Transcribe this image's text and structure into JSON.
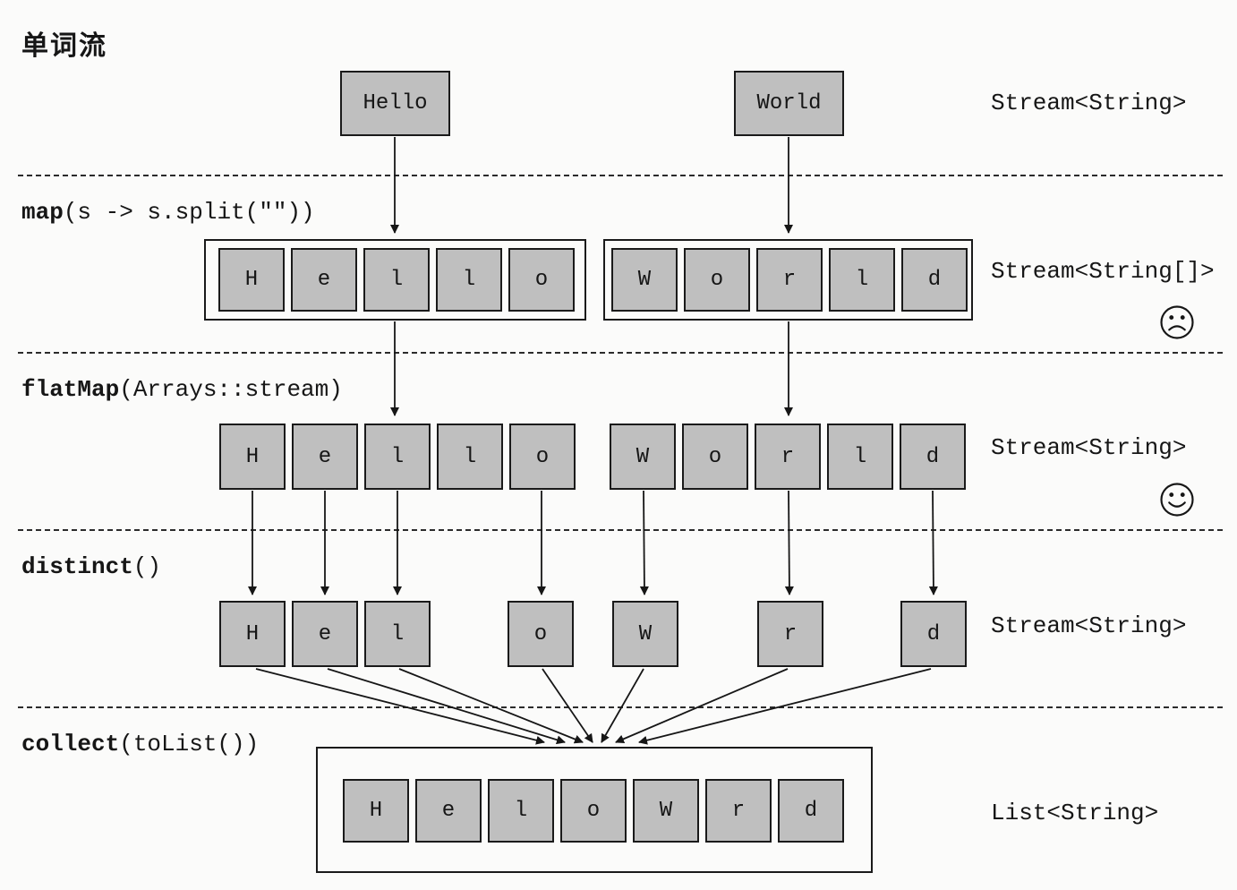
{
  "title": "单词流",
  "colors": {
    "background": "#fbfbfa",
    "box_fill": "#bfbfbf",
    "box_border": "#1a1a1a",
    "line_color": "#161616"
  },
  "source_row": {
    "words": [
      "Hello",
      "World"
    ],
    "type_label": "Stream<String>"
  },
  "operations": {
    "map": {
      "name": "map",
      "args": "(s -> s.split(\"\"))"
    },
    "flatmap": {
      "name": "flatMap",
      "args": "(Arrays::stream)"
    },
    "distinct": {
      "name": "distinct",
      "args": "()"
    },
    "collect": {
      "name": "collect",
      "args": "(toList())"
    }
  },
  "map_row": {
    "hello_array": [
      "H",
      "e",
      "l",
      "l",
      "o"
    ],
    "world_array": [
      "W",
      "o",
      "r",
      "l",
      "d"
    ],
    "type_label": "Stream<String[]>",
    "mood_icon": "frown-face-icon"
  },
  "flatmap_row": {
    "hello_letters": [
      "H",
      "e",
      "l",
      "l",
      "o"
    ],
    "world_letters": [
      "W",
      "o",
      "r",
      "l",
      "d"
    ],
    "type_label": "Stream<String>",
    "mood_icon": "smile-face-icon"
  },
  "distinct_row": {
    "letters": [
      "H",
      "e",
      "l",
      "o",
      "W",
      "r",
      "d"
    ],
    "type_label": "Stream<String>"
  },
  "collect_row": {
    "letters": [
      "H",
      "e",
      "l",
      "o",
      "W",
      "r",
      "d"
    ],
    "type_label": "List<String>"
  }
}
